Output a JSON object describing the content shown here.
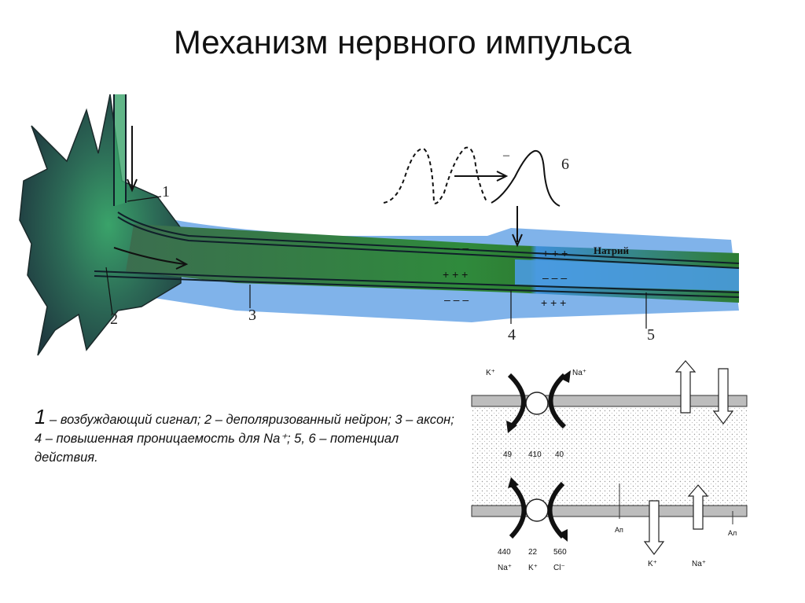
{
  "title": "Механизм нервного импульса",
  "neuron": {
    "labels": {
      "n1": "1",
      "n2": "2",
      "n3": "3",
      "n4": "4",
      "n5": "5",
      "n6": "6",
      "sodium": "Натрий"
    },
    "charges": {
      "upper_left_minus": "– – –",
      "upper_right_plus": "+ + +",
      "center_left_plus": "+ + +",
      "center_right_minus": "– – –",
      "lower_left_minus": "– – –",
      "lower_right_plus": "+ + +",
      "wave_minus": "–"
    }
  },
  "caption": {
    "num1": "1",
    "text": " – возбуждающий сигнал; 2 – деполяризованный нейрон; 3 – аксон; 4 – повышенная проницаемость для Na⁺;  5, 6 – потенциал действия."
  },
  "pump": {
    "top": {
      "k_label": "K⁺",
      "na_label": "Na⁺",
      "values": [
        "49",
        "410",
        "40"
      ]
    },
    "bottom": {
      "values": [
        "440",
        "22",
        "560"
      ],
      "ions": [
        "Na⁺",
        "K⁺",
        "Cl⁻"
      ],
      "an_left": "Ап",
      "an_right": "Ал",
      "k_label": "K⁺",
      "na_label": "Na⁺"
    }
  },
  "colors": {
    "axon_green": "#2e7d32",
    "axon_blue": "#4a90d9",
    "soma": "#2c4a4a"
  }
}
